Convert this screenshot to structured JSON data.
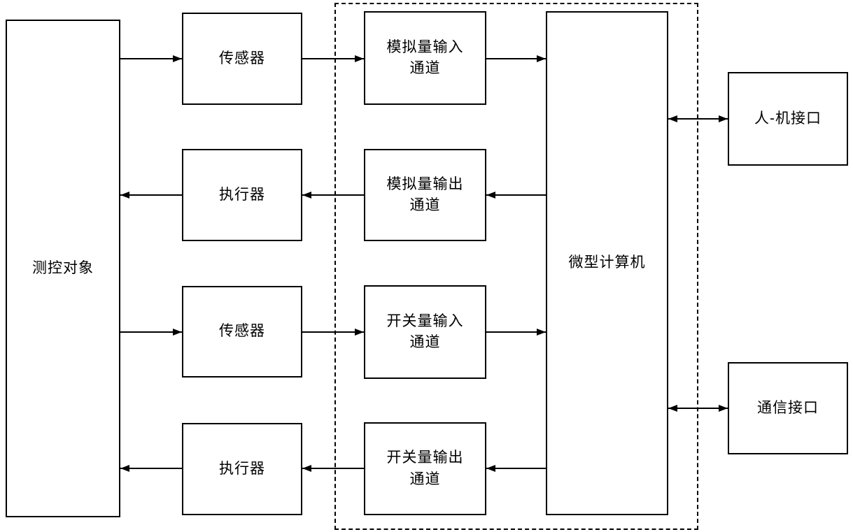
{
  "diagram": {
    "blocks": {
      "object": {
        "label": "测控对象"
      },
      "sensor_top": {
        "label": "传感器"
      },
      "actuator_top": {
        "label": "执行器"
      },
      "sensor_bottom": {
        "label": "传感器"
      },
      "actuator_bottom": {
        "label": "执行器"
      },
      "analog_input": {
        "label": "模拟量输入\n通道"
      },
      "analog_output": {
        "label": "模拟量输出\n通道"
      },
      "switch_input": {
        "label": "开关量输入\n通道"
      },
      "switch_output": {
        "label": "开关量输出\n通道"
      },
      "computer": {
        "label": "微型计算机"
      },
      "hmi": {
        "label": "人-机接口"
      },
      "comm": {
        "label": "通信接口"
      }
    },
    "line_color": "#000000",
    "background_color": "#ffffff"
  }
}
